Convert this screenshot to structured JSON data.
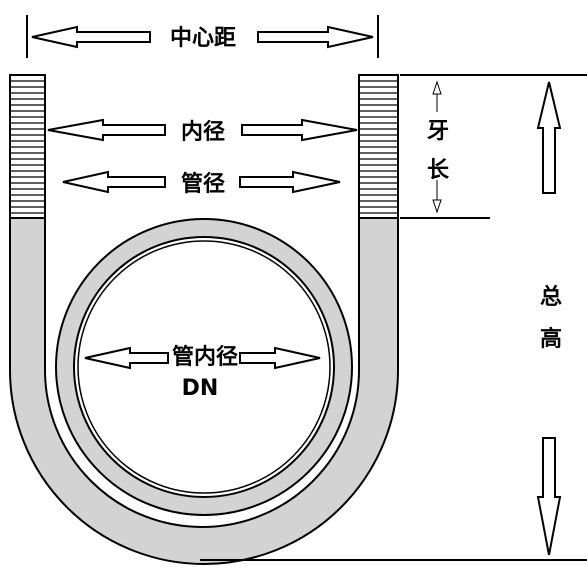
{
  "labels": {
    "center_distance": "中心距",
    "inner_diameter": "内径",
    "pipe_diameter": "管径",
    "pipe_inner_diameter": "管内径",
    "dn": "DN",
    "thread_length_1": "牙",
    "thread_length_2": "长",
    "total_height_1": "总",
    "total_height_2": "高"
  },
  "colors": {
    "rod_fill": "#d3d3d3",
    "line": "#000000",
    "background": "#ffffff"
  }
}
